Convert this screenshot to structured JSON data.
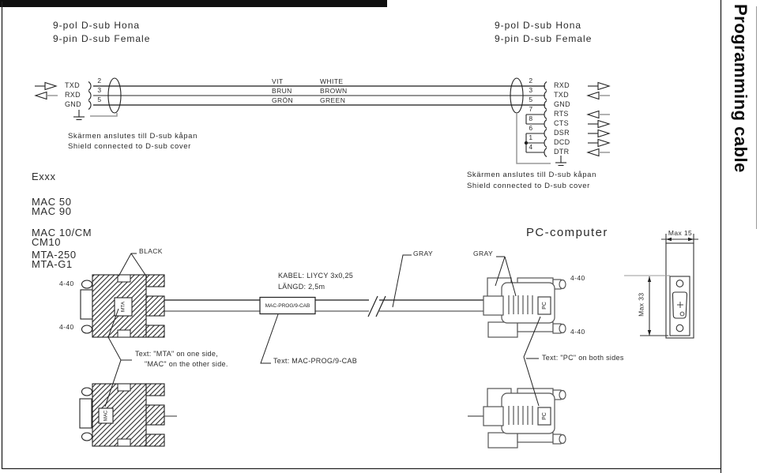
{
  "page": {
    "title_vertical": "Programming cable"
  },
  "left_connector": {
    "heading_sv": "9-pol D-sub Hona",
    "heading_en": "9-pin D-sub Female",
    "pins": [
      {
        "signal": "TXD",
        "no": "2"
      },
      {
        "signal": "RXD",
        "no": "3"
      },
      {
        "signal": "GND",
        "no": "5"
      }
    ],
    "shield_note_sv": "Skärmen anslutes till D-sub kåpan",
    "shield_note_en": "Shield connected to D-sub cover"
  },
  "right_connector": {
    "heading_sv": "9-pol D-sub Hona",
    "heading_en": "9-pin D-sub Female",
    "pins": [
      {
        "no": "2",
        "signal": "RXD"
      },
      {
        "no": "3",
        "signal": "TXD"
      },
      {
        "no": "5",
        "signal": "GND"
      },
      {
        "no": "7",
        "signal": "RTS"
      },
      {
        "no": "8",
        "signal": "CTS"
      },
      {
        "no": "6",
        "signal": "DSR"
      },
      {
        "no": "1",
        "signal": "DCD"
      },
      {
        "no": "4",
        "signal": "DTR"
      }
    ],
    "shield_note_sv": "Skärmen anslutes till D-sub kåpan",
    "shield_note_en": "Shield connected to D-sub cover"
  },
  "wires": [
    {
      "sv": "VIT",
      "en": "WHITE"
    },
    {
      "sv": "BRUN",
      "en": "BROWN"
    },
    {
      "sv": "GRÖN",
      "en": "GREEN"
    }
  ],
  "devices": [
    "Exxx",
    "MAC 50",
    "MAC 90",
    "MAC 10/CM",
    "CM10",
    "MTA-250",
    "MTA-G1"
  ],
  "pc_heading": "PC-computer",
  "cable": {
    "type": "KABEL: LIYCY 3x0,25",
    "length": "LÄNGD: 2,5m",
    "tag": "MAC-PROG/9-CAB",
    "tag_note": "Text: MAC-PROG/9-CAB"
  },
  "annotations": {
    "black": "BLACK",
    "gray": "GRAY",
    "screw": "4-40",
    "mta_note_1": "Text: \"MTA\" on one side,",
    "mta_note_2": "\"MAC\" on the other side.",
    "pc_note": "Text: \"PC\" on both sides"
  },
  "markings": {
    "mac_top": "MTA",
    "mac_bottom": "MAC",
    "pc_top": "PC",
    "pc_bottom": "PC"
  },
  "dimension": {
    "width": "Max 15",
    "height": "Max 33"
  }
}
